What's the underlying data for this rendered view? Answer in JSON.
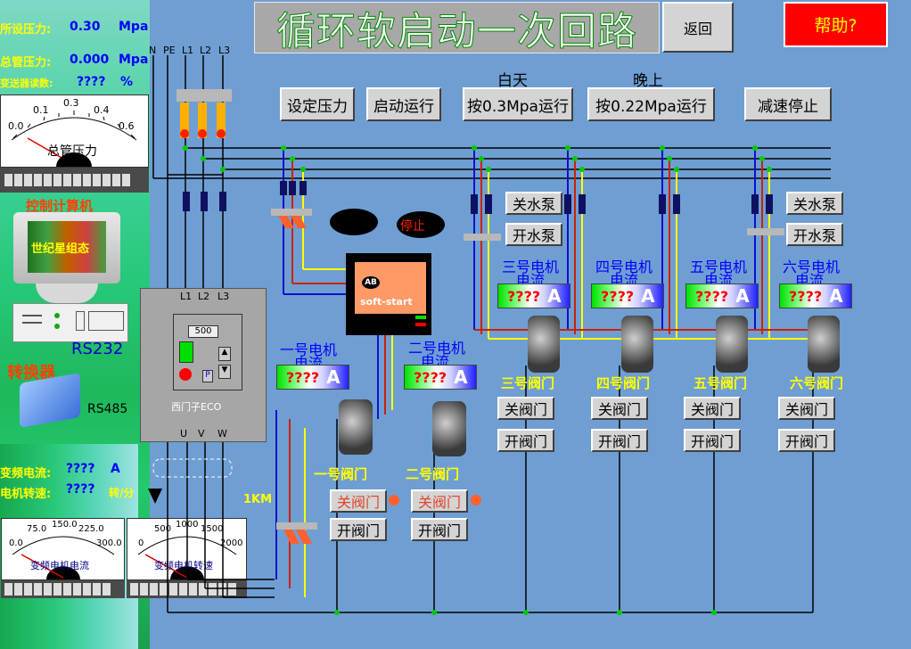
{
  "title": "循环软启动一次回路",
  "top_buttons": {
    "back": "返回",
    "help": "帮助?"
  },
  "left_panel": {
    "set_pressure_label": "所设压力:",
    "set_pressure_value": "0.30",
    "set_pressure_unit": "Mpa",
    "main_pressure_label": "总管压力:",
    "main_pressure_value": "0.000",
    "main_pressure_unit": "Mpa",
    "transmitter_label": "变送器读数:",
    "transmitter_value": "????",
    "transmitter_unit": "%",
    "gauge_pressure": {
      "ticks": [
        "0.0",
        "0.1",
        "0.3",
        "0.4",
        "0.6"
      ],
      "caption": "总管压力"
    },
    "computer_label": "控制计算机",
    "computer_screen_text": "世纪星组态",
    "rs232_label": "RS232",
    "converter_label": "转换器",
    "rs485_label": "RS485",
    "vfd_current_label": "变频电流:",
    "vfd_current_value": "????",
    "vfd_current_unit": "A",
    "motor_speed_label": "电机转速:",
    "motor_speed_value": "????",
    "motor_speed_unit": "转/分",
    "gauge_current": {
      "ticks": [
        "0.0",
        "75.0",
        "150.0",
        "225.0",
        "300.0"
      ],
      "caption": "变频电机电流"
    },
    "gauge_speed": {
      "ticks": [
        "0",
        "500",
        "1000",
        "1500",
        "2000"
      ],
      "caption": "变频电机转速"
    }
  },
  "control_buttons": {
    "set_pressure": "设定压力",
    "start_run": "启动运行",
    "day_label": "白天",
    "night_label": "晚上",
    "run_03": "按0.3Mpa运行",
    "run_022": "按0.22Mpa运行",
    "decel_stop": "减速停止"
  },
  "bus_labels": [
    "N",
    "PE",
    "L1",
    "L2",
    "L3"
  ],
  "vfd": {
    "display": "500",
    "brand": "西门子ECO",
    "in_labels": [
      "L1",
      "L2",
      "L3"
    ],
    "out_labels": [
      "U",
      "V",
      "W"
    ]
  },
  "softstart": {
    "logo": "AB",
    "text": "soft-start",
    "stop_label": "停止"
  },
  "km_label": "1KM",
  "pumps": {
    "off": "关水泵",
    "on": "开水泵"
  },
  "valve_buttons": {
    "close": "关阀门",
    "open": "开阀门"
  },
  "motors": [
    {
      "name": "一号电机",
      "sub": "电流",
      "value": "????",
      "unit": "A",
      "valve": "一号阀门"
    },
    {
      "name": "二号电机",
      "sub": "电流",
      "value": "????",
      "unit": "A",
      "valve": "二号阀门"
    },
    {
      "name": "三号电机",
      "sub": "电流",
      "value": "????",
      "unit": "A",
      "valve": "三号阀门"
    },
    {
      "name": "四号电机",
      "sub": "电流",
      "value": "????",
      "unit": "A",
      "valve": "四号阀门"
    },
    {
      "name": "五号电机",
      "sub": "电流",
      "value": "????",
      "unit": "A",
      "valve": "五号阀门"
    },
    {
      "name": "六号电机",
      "sub": "电流",
      "value": "????",
      "unit": "A",
      "valve": "六号阀门"
    }
  ],
  "colors": {
    "background": "#6f9ed3",
    "help_button": "#ff0000",
    "phase_yellow": "#ffff00",
    "phase_red": "#cc2200",
    "phase_blue": "#1010cc"
  }
}
